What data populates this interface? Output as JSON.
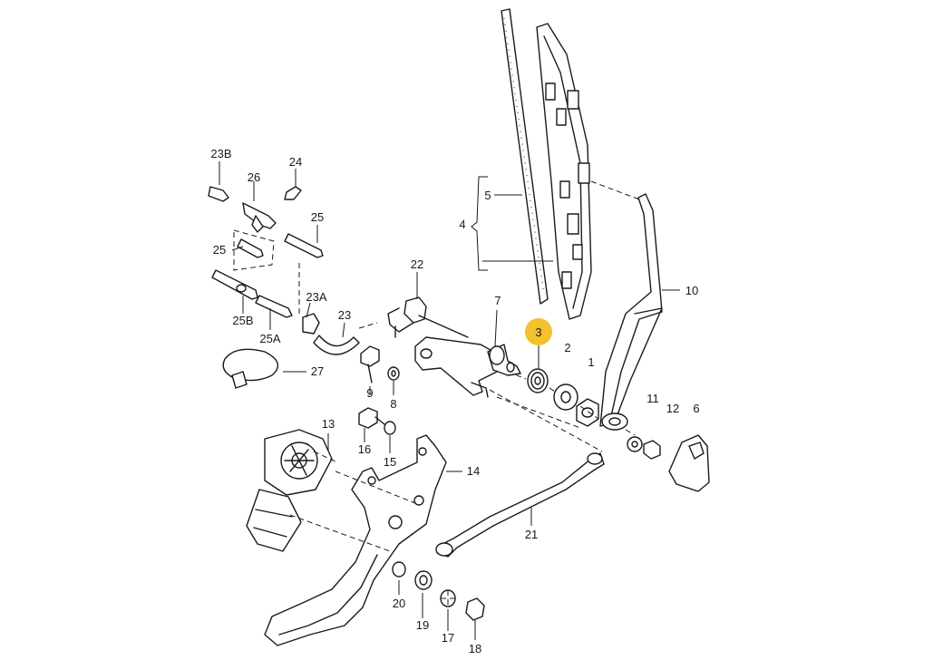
{
  "colors": {
    "line": "#1a1a1a",
    "highlight": "#f2c12e",
    "background": "#ffffff"
  },
  "callouts": {
    "c1": "1",
    "c2": "2",
    "c3": "3",
    "c4": "4",
    "c5": "5",
    "c6": "6",
    "c7": "7",
    "c8": "8",
    "c9": "9",
    "c10": "10",
    "c11": "11",
    "c12": "12",
    "c13": "13",
    "c14": "14",
    "c15": "15",
    "c16": "16",
    "c17": "17",
    "c18": "18",
    "c19": "19",
    "c20": "20",
    "c21": "21",
    "c22": "22",
    "c23": "23",
    "c23a": "23A",
    "c23b": "23B",
    "c24": "24",
    "c25a_label": "25",
    "c25b_label": "25",
    "c25A": "25A",
    "c25B": "25B",
    "c26": "26",
    "c27": "27"
  },
  "highlighted_callout": "3"
}
